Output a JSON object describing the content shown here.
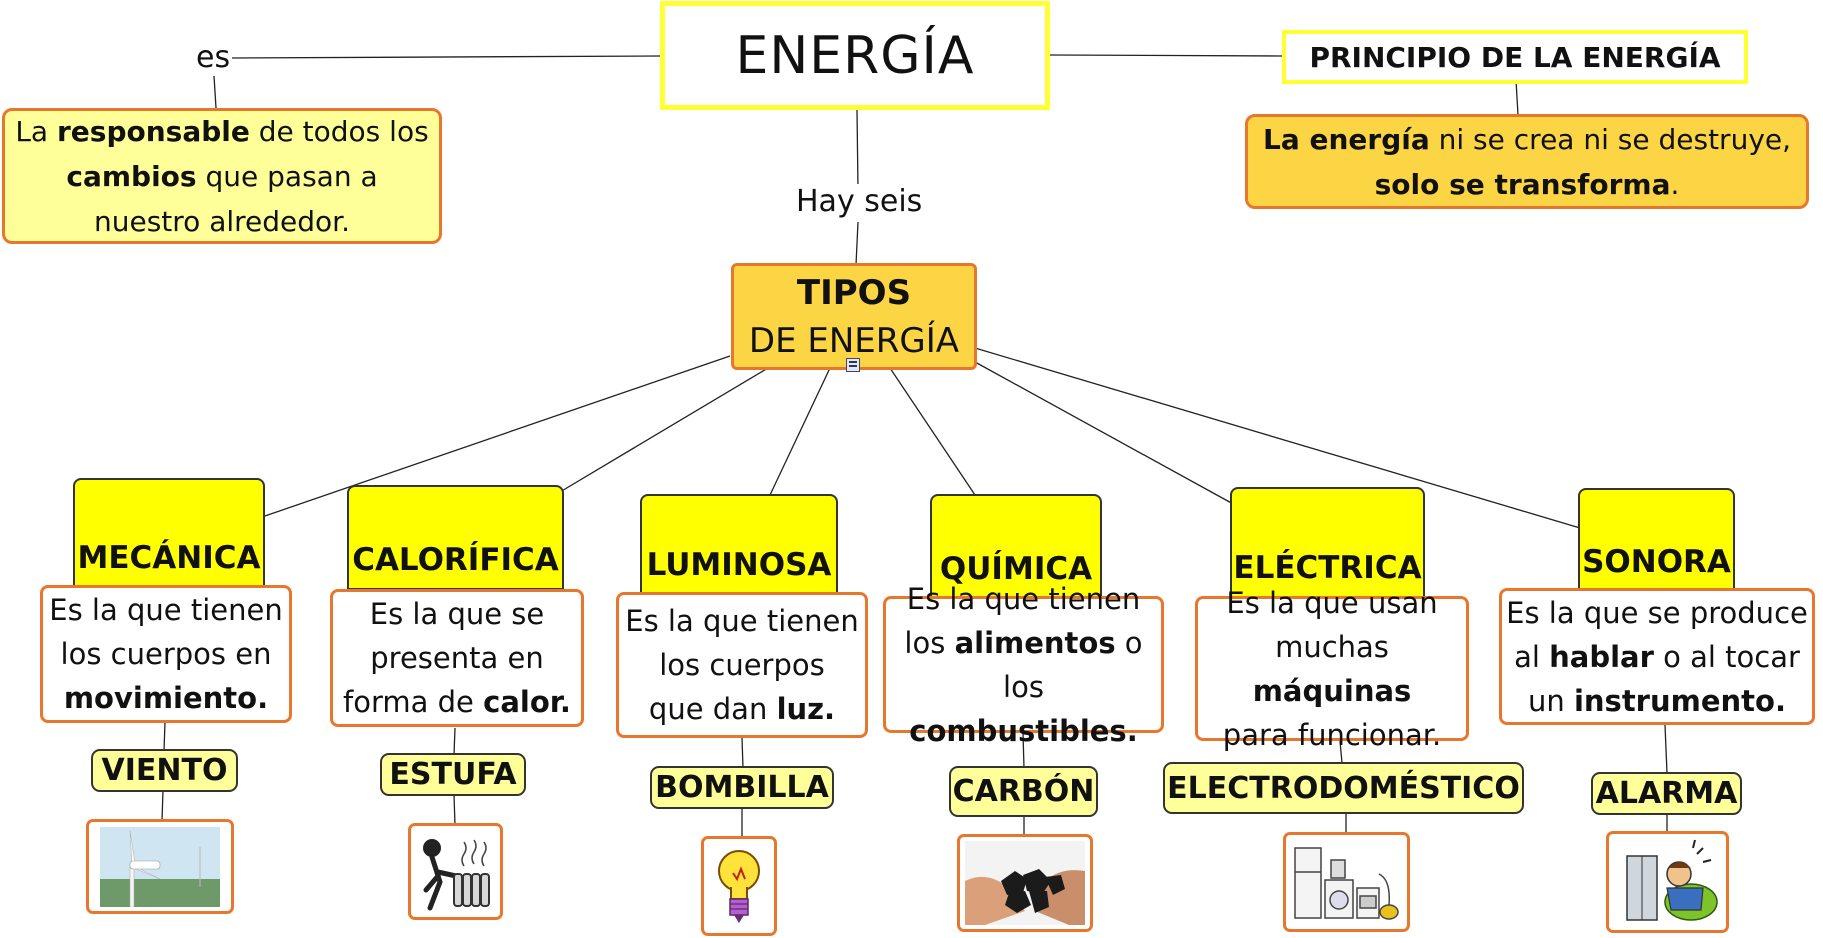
{
  "title": "ENERGÍA",
  "links": {
    "es": "es",
    "hay_seis": "Hay seis"
  },
  "definition": {
    "p1": "La ",
    "b1": "responsable",
    "p2": " de todos los ",
    "b2": "cambios",
    "p3": " que pasan a nuestro alrededor."
  },
  "principle": {
    "title": "PRINCIPIO DE LA ENERGÍA",
    "b1": "La energía",
    "p1": " ni se crea ni se destruye, ",
    "b2": "solo se transforma",
    "p2": "."
  },
  "tipos": {
    "line1": "TIPOS",
    "line2": "DE ENERGÍA"
  },
  "types": [
    {
      "name": "MECÁNICA",
      "d1": "Es la que tienen",
      "d2": "los cuerpos en",
      "d3a": "",
      "d3b": "movimiento",
      "d3c": ".",
      "example": "VIENTO",
      "icon": "wind-turbine-icon"
    },
    {
      "name": "CALORÍFICA",
      "d1": "Es la que se",
      "d2": "presenta en",
      "d3a": "forma de ",
      "d3b": "calor",
      "d3c": ".",
      "example": "ESTUFA",
      "icon": "heater-icon"
    },
    {
      "name": "LUMINOSA",
      "d1": "Es la que tienen",
      "d2": "los cuerpos",
      "d3a": "que dan ",
      "d3b": "luz",
      "d3c": ".",
      "example": "BOMBILLA",
      "icon": "light-bulb-icon"
    },
    {
      "name": "QUÍMICA",
      "d1": "Es la que tienen",
      "d2a": "los ",
      "d2b": "alimentos",
      "d2c": " o",
      "d3a": "los ",
      "d3b": "combustibles",
      "d3c": ".",
      "example": "CARBÓN",
      "icon": "coal-icon"
    },
    {
      "name": "ELÉCTRICA",
      "d1": "Es la que usan",
      "d2a": "muchas ",
      "d2b": "máquinas",
      "d2c": "",
      "d3a": "para funcionar.",
      "d3b": "",
      "d3c": "",
      "example": "ELECTRODOMÉSTICO",
      "icon": "appliances-icon"
    },
    {
      "name": "SONORA",
      "d1": "Es la que se produce",
      "d2a": "al ",
      "d2b": "hablar",
      "d2c": " o al tocar",
      "d3a": "un ",
      "d3b": "instrumento",
      "d3c": ".",
      "example": "ALARMA",
      "icon": "alarm-icon"
    }
  ],
  "colors": {
    "yellow": "#ffff00",
    "light_yellow": "#ffff99",
    "orange_fill": "#fcd545",
    "orange_border": "#e8772e"
  }
}
